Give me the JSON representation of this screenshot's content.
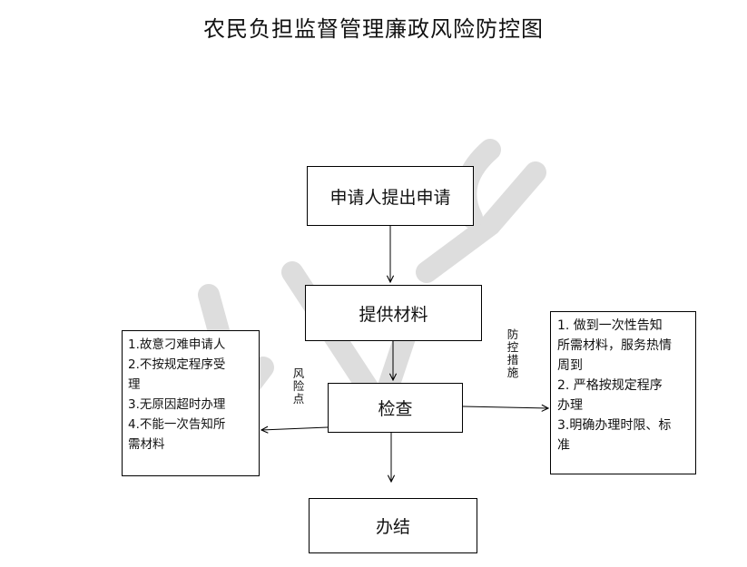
{
  "title": "农民负担监督管理廉政风险防控图",
  "colors": {
    "line": "#000000",
    "watermark": "#dddddd"
  },
  "flow": {
    "step1": "申请人提出申请",
    "step2": "提供材料",
    "step3": "检查",
    "step4": "办结"
  },
  "risk": {
    "label": "风险点",
    "lines": [
      "1.故意刁难申请人",
      "2.不按规定程序受",
      "理",
      "3.无原因超时办理",
      "4.不能一次告知所",
      "需材料"
    ]
  },
  "measures": {
    "label": "防控措施",
    "lines": [
      "1. 做到一次性告知",
      "所需材料，服务热情",
      "周到",
      "2. 严格按规定程序",
      "办理",
      "3.明确办理时限、标",
      "准"
    ]
  }
}
